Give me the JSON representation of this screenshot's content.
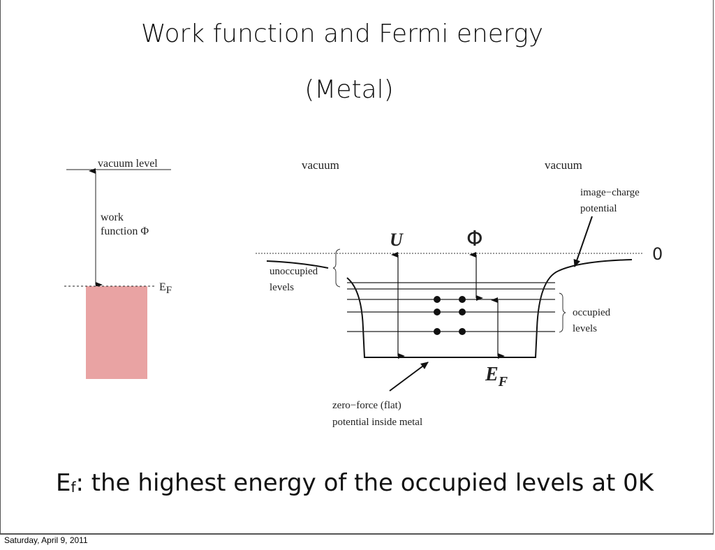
{
  "slide": {
    "title": "Work function and Fermi energy",
    "subtitle": "(Metal)",
    "caption_symbol": "E",
    "caption_subscript": "f",
    "caption_text": ": the highest energy of the occupied levels at 0K",
    "footer": "Saturday, April 9, 2011"
  },
  "left_diagram": {
    "vacuum_level": "vacuum level",
    "work_function_line1": "work",
    "work_function_line2": "function Φ",
    "fermi_label": "E",
    "fermi_sub": "F",
    "band_color": "#e9a3a3"
  },
  "right_diagram": {
    "vacuum_left": "vacuum",
    "vacuum_right": "vacuum",
    "image_charge_line1": "image−charge",
    "image_charge_line2": "potential",
    "U": "U",
    "phi": "Φ",
    "zero": "0",
    "unoccupied_line1": "unoccupied",
    "unoccupied_line2": "levels",
    "occupied_line1": "occupied",
    "occupied_line2": "levels",
    "EF": "E",
    "EF_sub": "F",
    "zero_force_line1": "zero−force (flat)",
    "zero_force_line2": "potential inside metal"
  }
}
